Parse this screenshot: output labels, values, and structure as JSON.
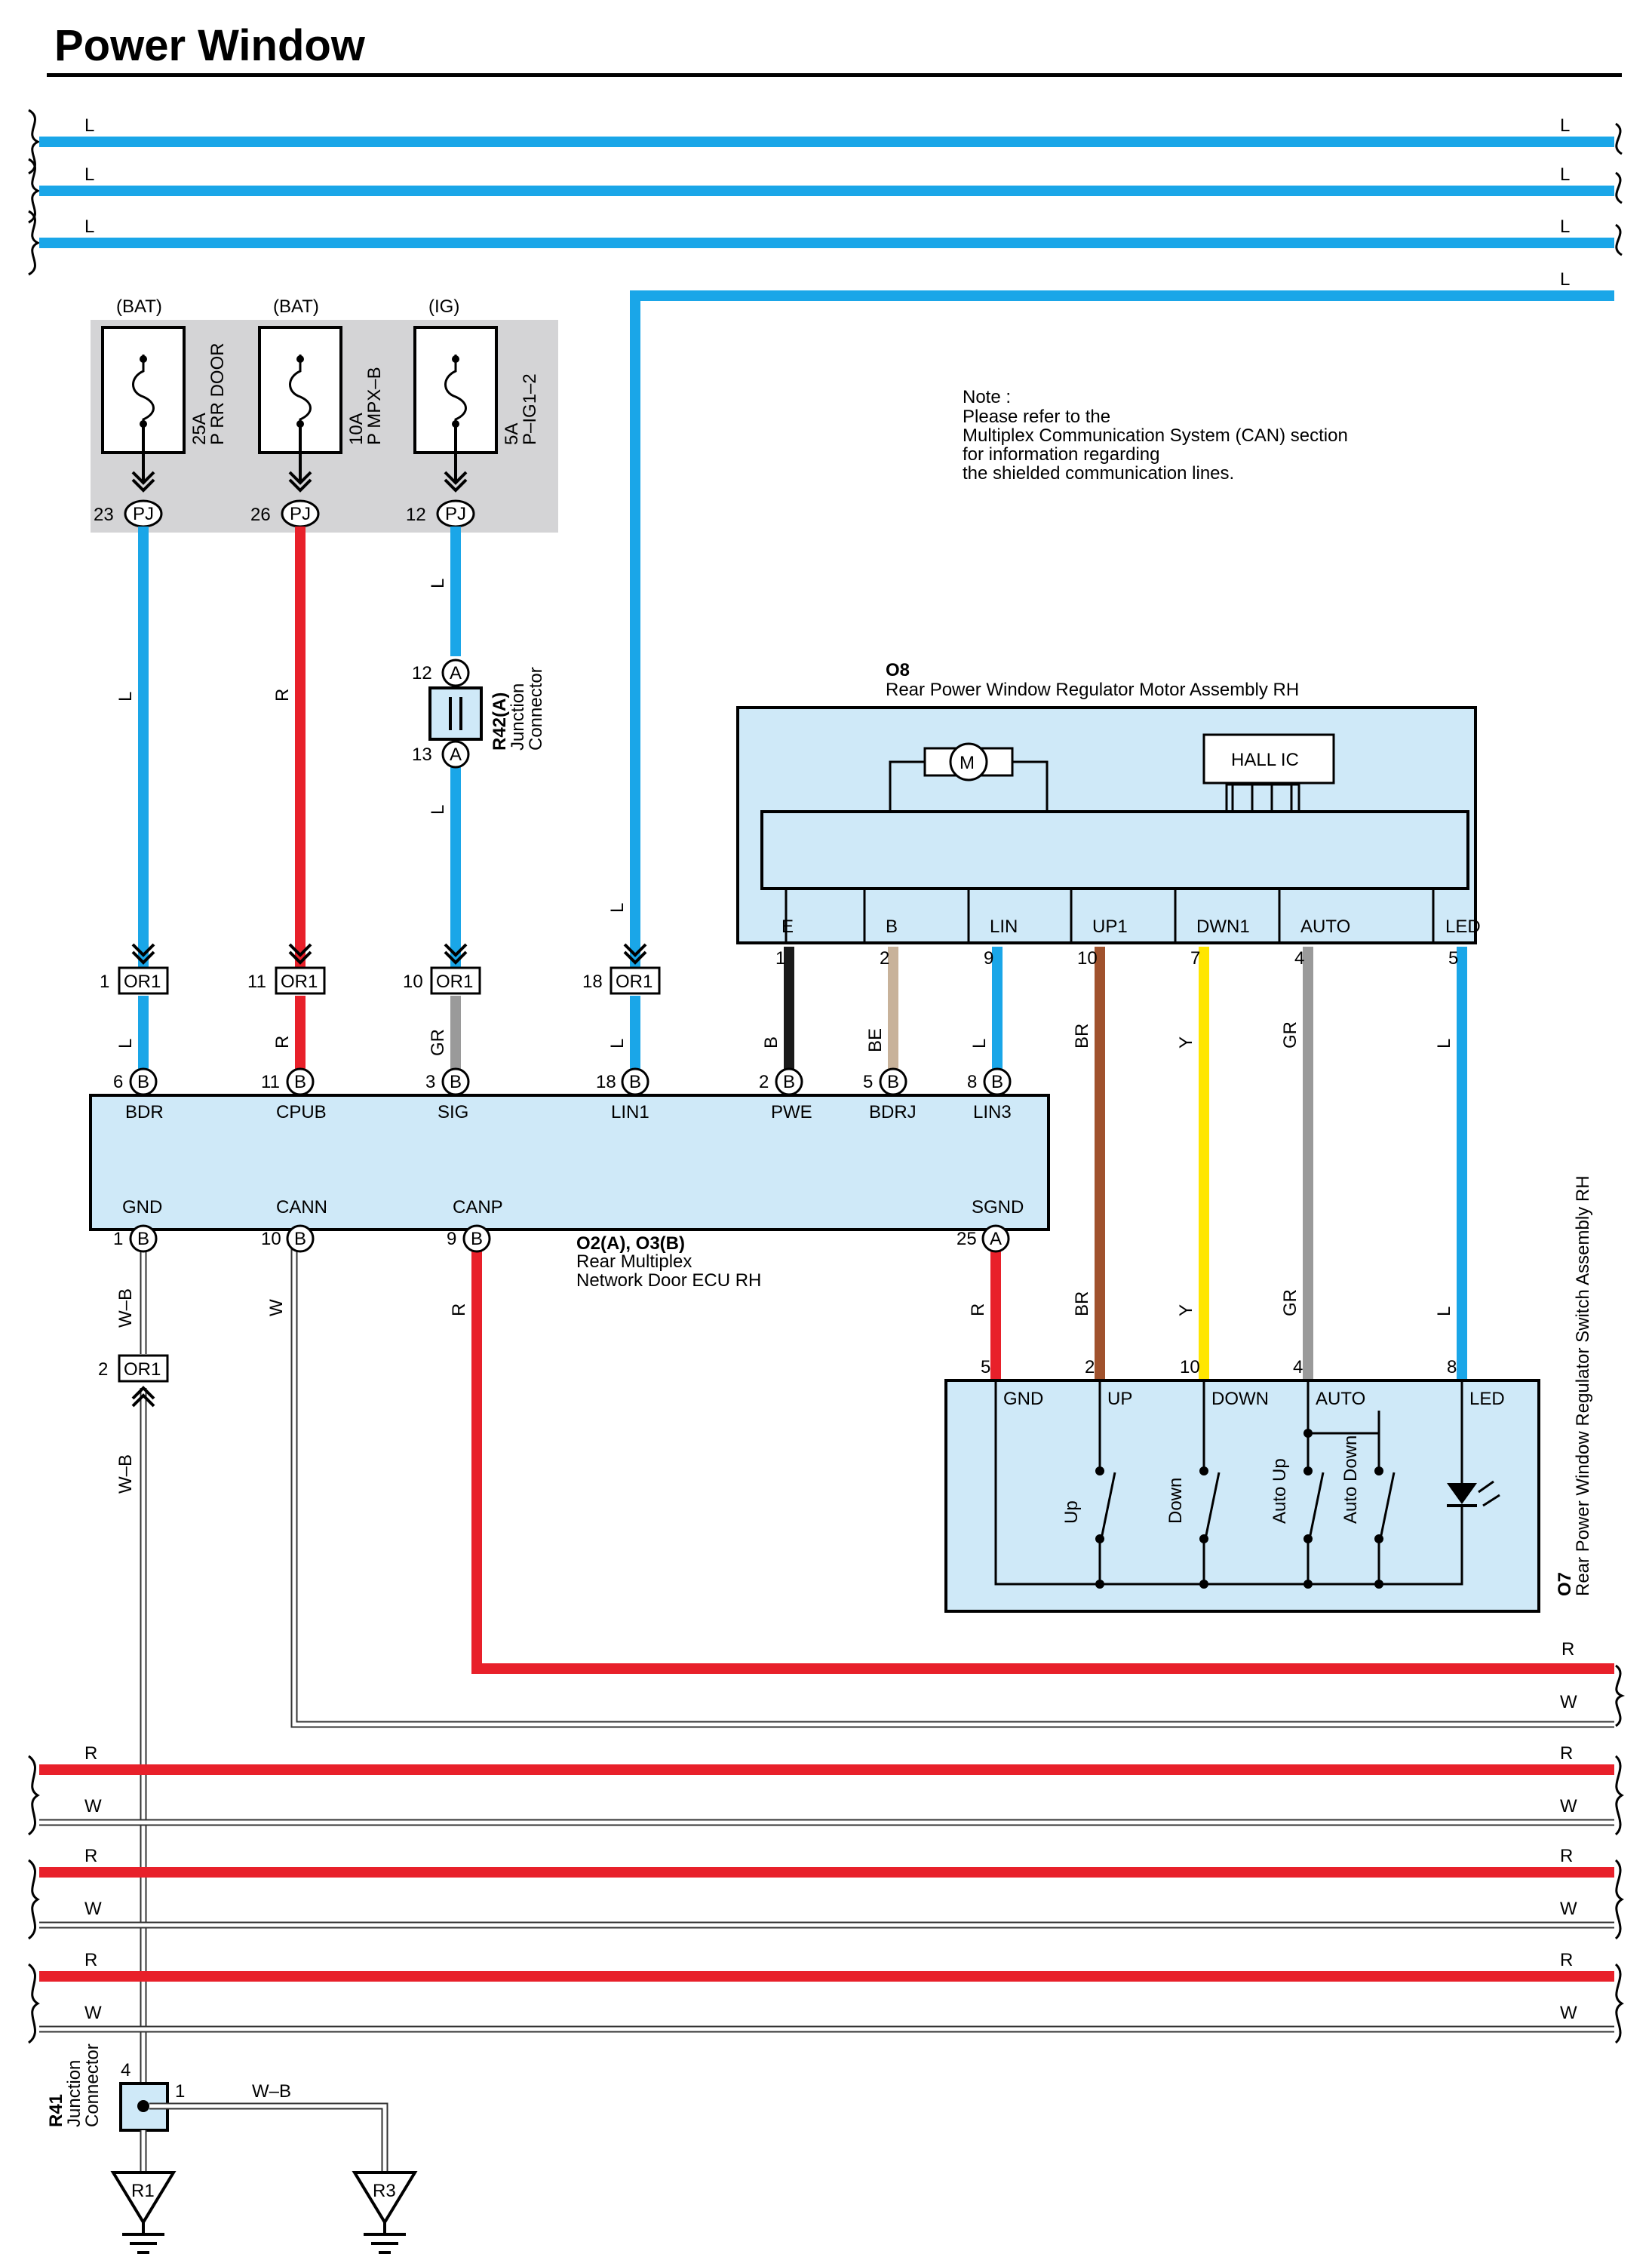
{
  "title": "Power Window",
  "note": {
    "heading": "Note :",
    "lines": [
      "Please refer to the",
      "Multiplex Communication System (CAN) section",
      "for information regarding",
      "the shielded communication lines."
    ]
  },
  "fuses": [
    {
      "source": "(BAT)",
      "amp": "25A",
      "name": "P RR DOOR",
      "pin": "23",
      "conn": "PJ"
    },
    {
      "source": "(BAT)",
      "amp": "10A",
      "name": "P MPX–B",
      "pin": "26",
      "conn": "PJ"
    },
    {
      "source": "(IG)",
      "amp": "5A",
      "name": "P–IG1–2",
      "pin": "12",
      "conn": "PJ"
    }
  ],
  "junction_r42": {
    "id": "R42(A)",
    "name_line1": "Junction",
    "name_line2": "Connector",
    "pin_top": "12",
    "pin_bottom": "13",
    "conn": "A"
  },
  "or1": {
    "label": "OR1",
    "pins": [
      "1",
      "11",
      "10",
      "18",
      "2"
    ]
  },
  "wire_colors": {
    "L": "#1aa6e8",
    "R": "#e8202a",
    "GR": "#9a9a9a",
    "B": "#1a1a1a",
    "BE": "#c8b29a",
    "BR": "#a0522d",
    "Y": "#ffe600",
    "W": "#ffffff",
    "W-B": "#ffffff"
  },
  "wire_labels": {
    "L": "L",
    "R": "R",
    "GR": "GR",
    "B": "B",
    "BE": "BE",
    "BR": "BR",
    "Y": "Y",
    "W": "W",
    "WB": "W–B"
  },
  "ecu": {
    "id": "O2(A), O3(B)",
    "name_line1": "Rear Multiplex",
    "name_line2": "Network Door ECU RH",
    "top_pins": [
      {
        "num": "6",
        "conn": "B",
        "name": "BDR"
      },
      {
        "num": "11",
        "conn": "B",
        "name": "CPUB"
      },
      {
        "num": "3",
        "conn": "B",
        "name": "SIG"
      },
      {
        "num": "18",
        "conn": "B",
        "name": "LIN1"
      },
      {
        "num": "2",
        "conn": "B",
        "name": "PWE"
      },
      {
        "num": "5",
        "conn": "B",
        "name": "BDRJ"
      },
      {
        "num": "8",
        "conn": "B",
        "name": "LIN3"
      }
    ],
    "bottom_pins": [
      {
        "num": "1",
        "conn": "B",
        "name": "GND"
      },
      {
        "num": "10",
        "conn": "B",
        "name": "CANN"
      },
      {
        "num": "9",
        "conn": "B",
        "name": "CANP"
      },
      {
        "num": "25",
        "conn": "A",
        "name": "SGND"
      }
    ]
  },
  "motor": {
    "id": "O8",
    "name": "Rear Power Window Regulator Motor Assembly RH",
    "motor_symbol": "M",
    "ic_label": "HALL IC",
    "pins": [
      {
        "num": "1",
        "name": "E"
      },
      {
        "num": "2",
        "name": "B"
      },
      {
        "num": "9",
        "name": "LIN"
      },
      {
        "num": "10",
        "name": "UP1"
      },
      {
        "num": "7",
        "name": "DWN1"
      },
      {
        "num": "4",
        "name": "AUTO"
      },
      {
        "num": "5",
        "name": "LED"
      }
    ]
  },
  "switch": {
    "id": "O7",
    "name": "Rear Power Window Regulator Switch Assembly RH",
    "pins": [
      {
        "num": "5",
        "name": "GND"
      },
      {
        "num": "2",
        "name": "UP"
      },
      {
        "num": "10",
        "name": "DOWN"
      },
      {
        "num": "4",
        "name": "AUTO"
      },
      {
        "num": "8",
        "name": "LED"
      }
    ],
    "switch_labels": [
      "Up",
      "Down",
      "Auto Up",
      "Auto Down"
    ]
  },
  "junction_r41": {
    "id": "R41",
    "name_line1": "Junction",
    "name_line2": "Connector",
    "pin_left": "4",
    "pin_right": "1"
  },
  "grounds": [
    "R1",
    "R3"
  ]
}
